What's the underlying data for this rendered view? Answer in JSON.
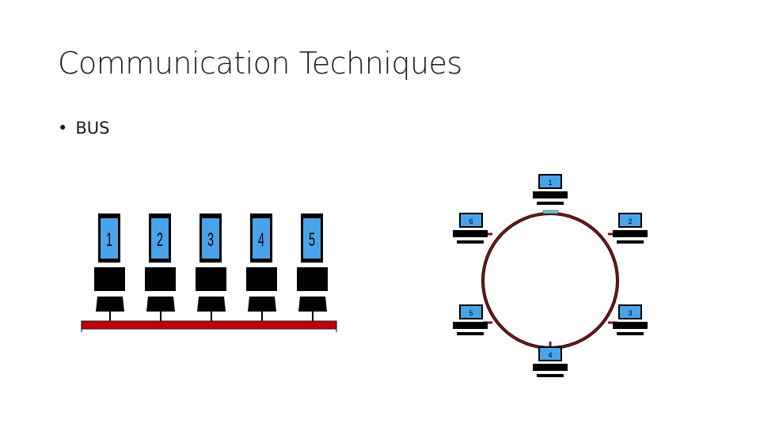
{
  "slide": {
    "title": "Communication Techniques",
    "bullet_marker": "•",
    "bullet_text": "BUS"
  },
  "bus_diagram": {
    "computers": [
      "1",
      "2",
      "3",
      "4",
      "5"
    ],
    "colors": {
      "screen": "#4aa3e8",
      "bus_line": "#c0000d",
      "device": "#000000"
    }
  },
  "ring_diagram": {
    "nodes": [
      "1",
      "2",
      "3",
      "4",
      "5",
      "6"
    ],
    "colors": {
      "ring": "#7a1418",
      "label_box": "#4aa3e8",
      "connector": "#66cccc"
    }
  }
}
